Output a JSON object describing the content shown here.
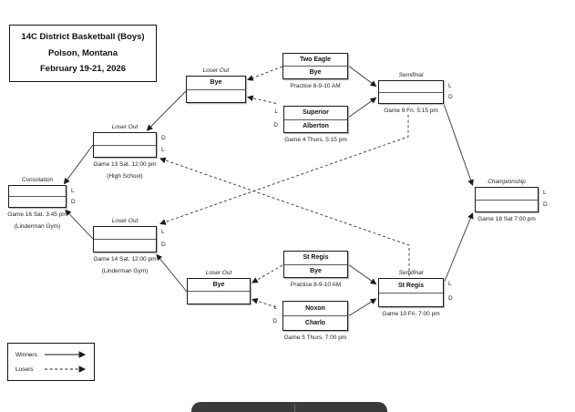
{
  "title_block": {
    "line1": "14C District Basketball (Boys)",
    "line2": "Polson, Montana",
    "line3": "February 19-21, 2026"
  },
  "boxes": {
    "practice_top": {
      "label": "",
      "top": "Two Eagle",
      "bottom": "Bye",
      "cap1": "Practice 8-9-10 AM",
      "cap2": "",
      "lt": "",
      "lb": "",
      "rt": "",
      "rb": ""
    },
    "game4": {
      "label": "",
      "top": "Superior",
      "bottom": "Alberton",
      "cap1": "Game 4 Thurs. 5:15 pm",
      "cap2": "",
      "lt": "L",
      "lb": "D",
      "rt": "",
      "rb": ""
    },
    "loser_out_top": {
      "label": "Loser Out",
      "top": "Bye",
      "bottom": "",
      "cap1": "",
      "cap2": "",
      "lt": "",
      "lb": "",
      "rt": "",
      "rb": ""
    },
    "semifinal1": {
      "label": "Semifinal",
      "top": "",
      "bottom": "",
      "cap1": "Game 9 Fri. 5:15 pm",
      "cap2": "",
      "lt": "",
      "lb": "",
      "rt": "L",
      "rb": "D"
    },
    "game13": {
      "label": "Loser Out",
      "top": "",
      "bottom": "",
      "cap1": "Game 13 Sat. 12:00 pm",
      "cap2": "(High School)",
      "lt": "",
      "lb": "",
      "rt": "D",
      "rb": "L"
    },
    "consolation": {
      "label": "Consolation",
      "top": "",
      "bottom": "",
      "cap1": "Game 16 Sat. 3:45 pm",
      "cap2": "(Linderman Gym)",
      "lt": "",
      "lb": "",
      "rt": "L",
      "rb": "D"
    },
    "game14": {
      "label": "Loser Out",
      "top": "",
      "bottom": "",
      "cap1": "Game 14 Sat. 12:00 pm",
      "cap2": "(Linderman Gym)",
      "lt": "",
      "lb": "",
      "rt": "L",
      "rb": "D"
    },
    "loser_out_bot": {
      "label": "Loser Out",
      "top": "Bye",
      "bottom": "",
      "cap1": "",
      "cap2": "",
      "lt": "",
      "lb": "",
      "rt": "",
      "rb": ""
    },
    "practice_bot": {
      "label": "",
      "top": "St Regis",
      "bottom": "Bye",
      "cap1": "Practice 8-9-10 AM",
      "cap2": "",
      "lt": "",
      "lb": "",
      "rt": "",
      "rb": ""
    },
    "game5": {
      "label": "",
      "top": "Noxon",
      "bottom": "Charlo",
      "cap1": "Game 5 Thurs. 7:00 pm",
      "cap2": "",
      "lt": "L",
      "lb": "D",
      "rt": "",
      "rb": ""
    },
    "semifinal2": {
      "label": "Semifinal",
      "top": "St Regis",
      "bottom": "",
      "cap1": "Game 10 Fri. 7:00 pm",
      "cap2": "",
      "lt": "",
      "lb": "",
      "rt": "L",
      "rb": "D"
    },
    "championship": {
      "label": "Championship",
      "top": "",
      "bottom": "",
      "cap1": "Game 18 Sat 7:00 pm",
      "cap2": "",
      "lt": "",
      "lb": "",
      "rt": "L",
      "rb": "D"
    }
  },
  "legend": {
    "winners_label": "Winners",
    "losers_label": "Losers"
  },
  "colors": {
    "line_color": "#333333",
    "toolbar_color": "#3a3a3a"
  }
}
